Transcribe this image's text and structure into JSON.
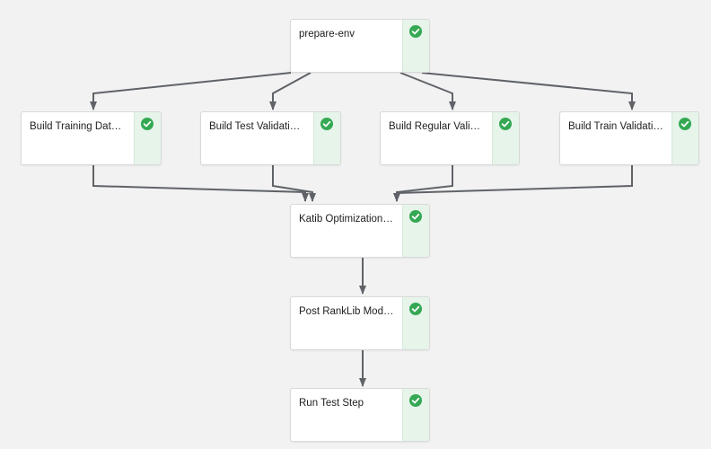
{
  "pipeline": {
    "nodes": [
      {
        "id": "prepare-env",
        "label": "prepare-env",
        "status": "succeeded"
      },
      {
        "id": "build-training",
        "label": "Build Training Dat…",
        "status": "succeeded"
      },
      {
        "id": "build-test-validation",
        "label": "Build Test Validati…",
        "status": "succeeded"
      },
      {
        "id": "build-regular-validation",
        "label": "Build Regular Vali…",
        "status": "succeeded"
      },
      {
        "id": "build-train-validation",
        "label": "Build Train Validati…",
        "status": "succeeded"
      },
      {
        "id": "katib-optimization",
        "label": "Katib Optimization…",
        "status": "succeeded"
      },
      {
        "id": "post-ranklib",
        "label": "Post RankLib Mod…",
        "status": "succeeded"
      },
      {
        "id": "run-test-step",
        "label": "Run Test Step",
        "status": "succeeded"
      }
    ],
    "edges": [
      [
        "prepare-env",
        "build-training"
      ],
      [
        "prepare-env",
        "build-test-validation"
      ],
      [
        "prepare-env",
        "build-regular-validation"
      ],
      [
        "prepare-env",
        "build-train-validation"
      ],
      [
        "build-training",
        "katib-optimization"
      ],
      [
        "build-test-validation",
        "katib-optimization"
      ],
      [
        "build-regular-validation",
        "katib-optimization"
      ],
      [
        "build-train-validation",
        "katib-optimization"
      ],
      [
        "katib-optimization",
        "post-ranklib"
      ],
      [
        "post-ranklib",
        "run-test-step"
      ]
    ],
    "status_icon": "check-circle-icon",
    "colors": {
      "success": "#34a853",
      "success_bg": "#e6f4ea",
      "edge": "#5f6368",
      "background": "#f2f2f2"
    }
  }
}
